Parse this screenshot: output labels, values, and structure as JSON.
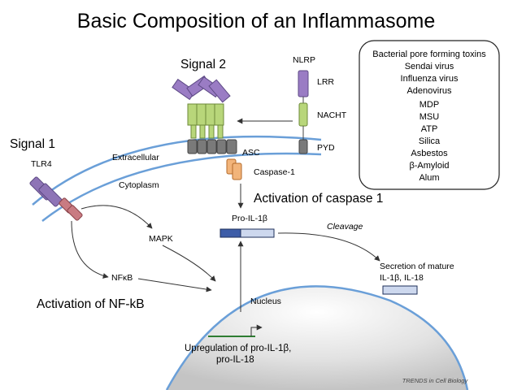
{
  "title": "Basic Composition of an Inflammasome",
  "signals": {
    "signal1": "Signal 1",
    "signal2": "Signal 2"
  },
  "membrane": {
    "extracellular": "Extracellular",
    "cytoplasm": "Cytoplasm"
  },
  "labels": {
    "tlr4": "TLR4",
    "nlrp": "NLRP",
    "lrr": "LRR",
    "nacht": "NACHT",
    "pyd": "PYD",
    "asc": "ASC",
    "caspase1": "Caspase-1",
    "mapk": "MAPK",
    "nfkb": "NFκB",
    "pro_il1b": "Pro-IL-1β",
    "cleavage": "Cleavage",
    "secretion_line1": "Secretion of mature",
    "secretion_line2": "IL-1β, IL-18",
    "nucleus": "Nucleus",
    "upreg_line1": "Upregulation of pro-IL-1β,",
    "upreg_line2": "pro-IL-18"
  },
  "activation": {
    "caspase": "Activation of caspase 1",
    "nfkb": "Activation of NF-kB"
  },
  "triggers": [
    "Bacterial pore forming toxins",
    "Sendai virus",
    "Influenza virus",
    "Adenovirus",
    "MDP",
    "MSU",
    "ATP",
    "Silica",
    "Asbestos",
    "β-Amyloid",
    "Alum"
  ],
  "source": "TRENDS in Cell Biology",
  "colors": {
    "membrane": "#6a9fd8",
    "lrr": "#9a7cc4",
    "nacht": "#b8d67a",
    "pyd": "#7a7a7a",
    "caspase": "#f2b47a",
    "tlr4": "#8e74b6",
    "tlr_intra": "#c97b82",
    "pro_il_dark": "#3d5da8",
    "pro_il_light": "#cdd8ee",
    "gene": "#2e7d32"
  }
}
